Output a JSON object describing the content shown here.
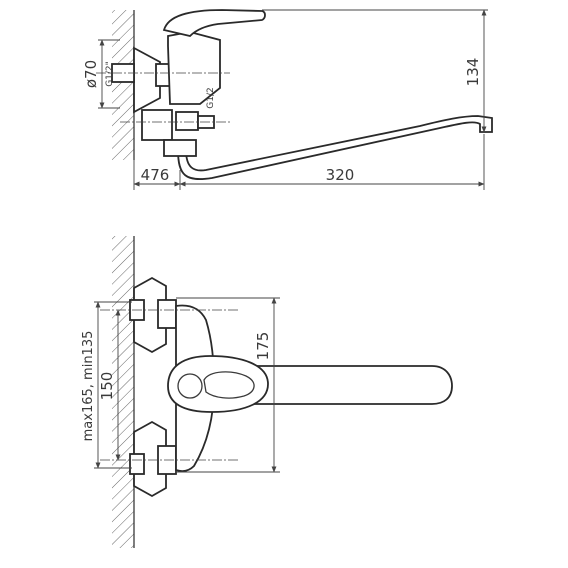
{
  "dimensions": {
    "diameter": "ø70",
    "thread_left": "G1/2\"",
    "thread_right": "G1/2",
    "height": "134",
    "offset": "476",
    "spout_length": "320",
    "center_range": "max165, min135",
    "center_nominal": "150",
    "total_height": "175"
  },
  "colors": {
    "line": "#3a3a3a",
    "background": "#ffffff"
  }
}
